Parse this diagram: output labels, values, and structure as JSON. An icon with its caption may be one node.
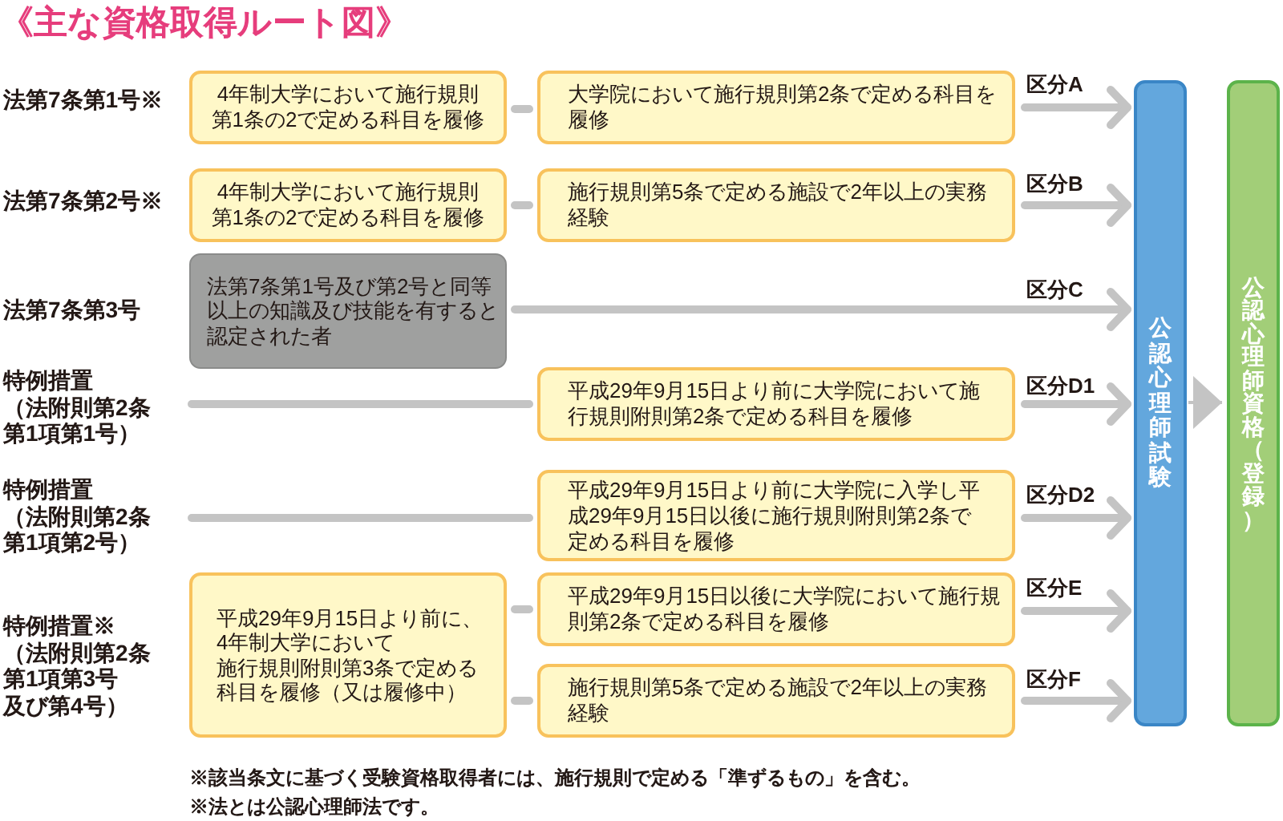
{
  "diagram": {
    "title": "《主な資格取得ルート図》",
    "nodes": [
      {
        "text": [
          "4年制大学において施行規則第1条の2で定める科目を履修"
        ]
      },
      {
        "text": [
          "大学院において施行規則第2条で定める科目を履修"
        ]
      },
      {
        "text": [
          "4年制大学において施行規則第1条の2で定める科目を履修"
        ]
      },
      {
        "text": [
          "施行規則第5条で定める施設で2年以上の実務経験"
        ]
      },
      {
        "text": [
          "法第7条第1号及び第2号と同等以上の知識及び技能を有すると認定された者"
        ]
      },
      {
        "text": [
          "平成29年9月15日より前に大学院において施行規則附則第2条で定める科目を履修"
        ]
      },
      {
        "text": [
          "平成29年9月15日より前に大学院に入学し平成29年9月15日以後に施行規則附則第2条で定める科目を履修"
        ]
      },
      {
        "text": [
          "平成29年9月15日より前に、4年制大学において施行規則附則第3条で定める科目を履修（又は履修中）"
        ]
      },
      {
        "text": [
          "平成29年9月15日以後に大学院において施行規則第2条で定める科目を履修"
        ]
      },
      {
        "text": [
          "施行規則第5条で定める施設で2年以上の実務経験"
        ]
      },
      {
        "text": [
          "公認心理師試験"
        ]
      },
      {
        "text": [
          "公認心理師資格（登録）"
        ]
      }
    ],
    "edges": [
      {
        "from": 0,
        "to": 1,
        "arrow": "none"
      },
      {
        "from": 1,
        "to": 10,
        "arrow": "to",
        "label": "区分A"
      },
      {
        "from": 2,
        "to": 3,
        "arrow": "none"
      },
      {
        "from": 3,
        "to": 10,
        "arrow": "to",
        "label": "区分B"
      },
      {
        "from": 4,
        "to": 10,
        "arrow": "to",
        "label": "区分C"
      },
      {
        "from": null,
        "to": 5,
        "arrow": "none"
      },
      {
        "from": 5,
        "to": 10,
        "arrow": "to",
        "label": "区分D1"
      },
      {
        "from": null,
        "to": 6,
        "arrow": "none"
      },
      {
        "from": 6,
        "to": 10,
        "arrow": "to",
        "label": "区分D2"
      },
      {
        "from": 7,
        "to": 8,
        "arrow": "none"
      },
      {
        "from": 7,
        "to": 9,
        "arrow": "none"
      },
      {
        "from": 8,
        "to": 10,
        "arrow": "to",
        "label": "区分E"
      },
      {
        "from": 9,
        "to": 10,
        "arrow": "to",
        "label": "区分F"
      },
      {
        "from": 10,
        "to": 11,
        "arrow": "to"
      }
    ],
    "labels": [
      "法第7条第1号※",
      "法第7条第2号※",
      "法第7条第3号",
      "特例措置（法附則第2条第1項第1号）",
      "特例措置（法附則第2条第1項第2号）",
      "特例措置※（法附則第2条第1項第3号及び第4号）",
      "※該当条文に基づく受験資格取得者には、施行規則で定める「準ずるもの」を含む。",
      "※法とは公認心理師法です。"
    ]
  }
}
